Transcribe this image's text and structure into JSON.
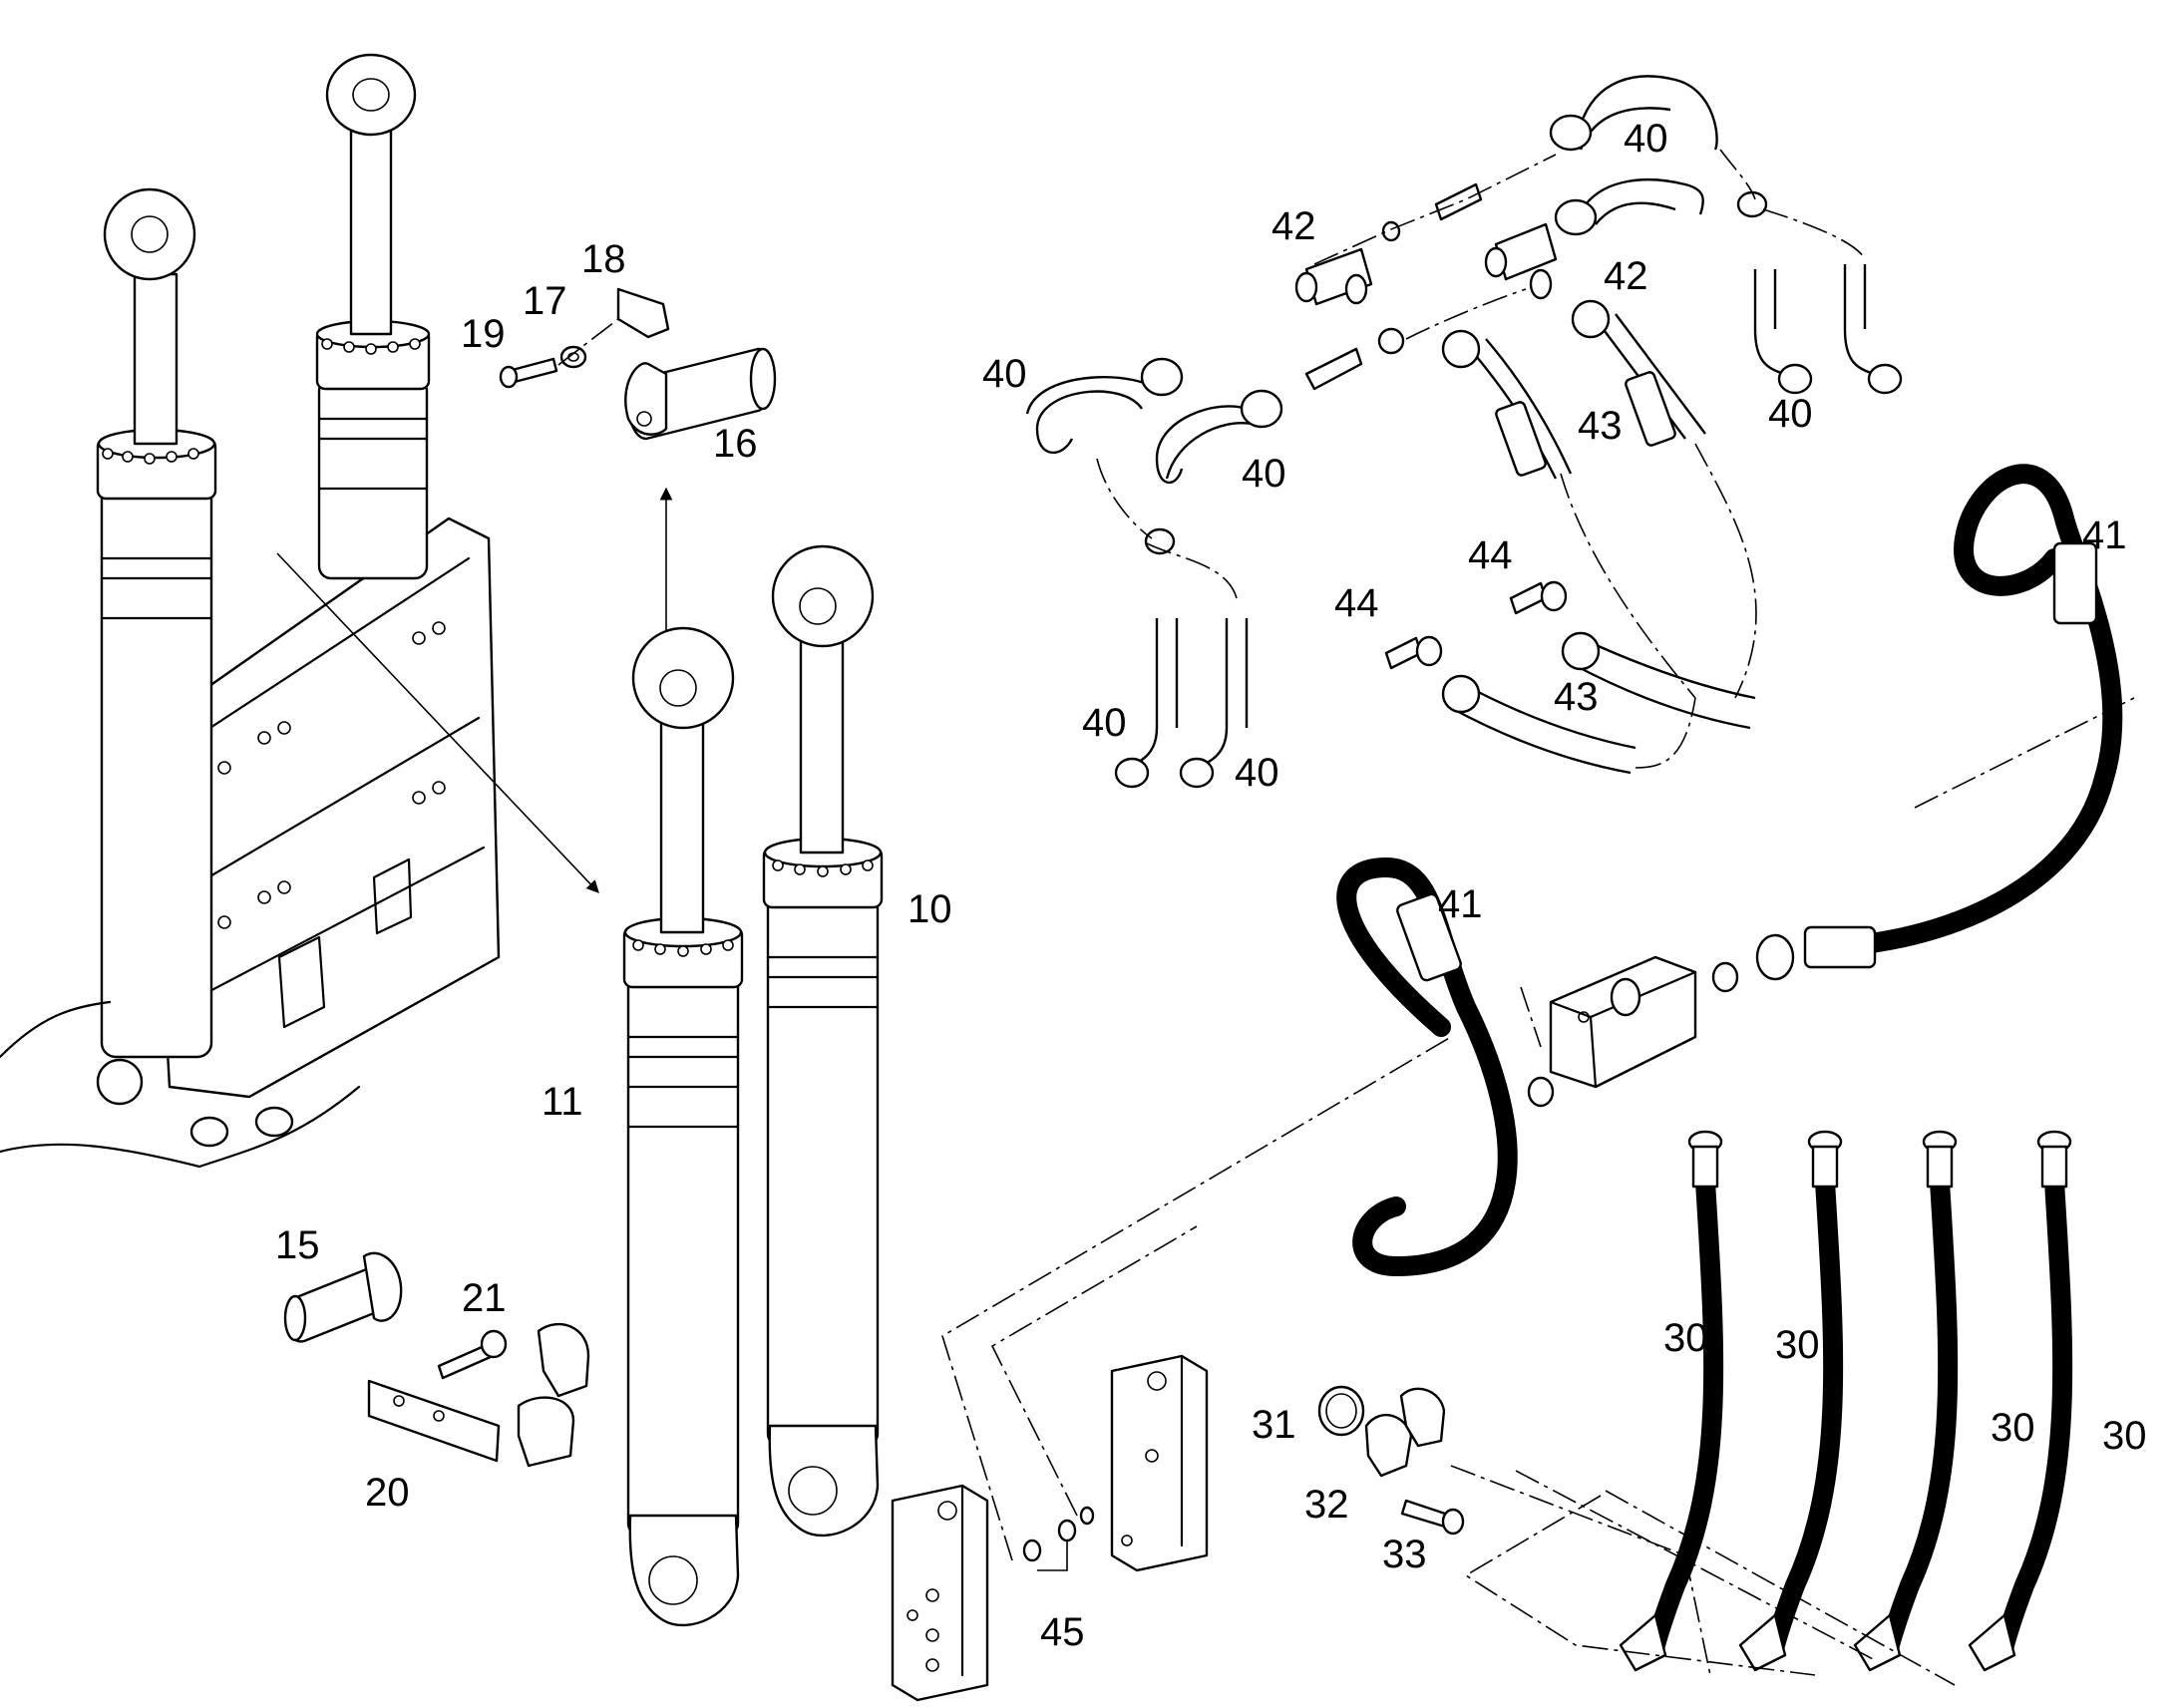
{
  "callouts": {
    "c40a": "40",
    "c40b": "40",
    "c40c": "40",
    "c40d": "40",
    "c40e": "40",
    "c40f": "40",
    "c41a": "41",
    "c41b": "41",
    "c42a": "42",
    "c42b": "42",
    "c43a": "43",
    "c43b": "43",
    "c44a": "44",
    "c44b": "44",
    "c45": "45",
    "c10": "10",
    "c11": "11",
    "c15": "15",
    "c16": "16",
    "c17": "17",
    "c18": "18",
    "c19": "19",
    "c20": "20",
    "c21": "21",
    "c30a": "30",
    "c30b": "30",
    "c30c": "30",
    "c30d": "30",
    "c31": "31",
    "c32": "32",
    "c33": "33"
  }
}
